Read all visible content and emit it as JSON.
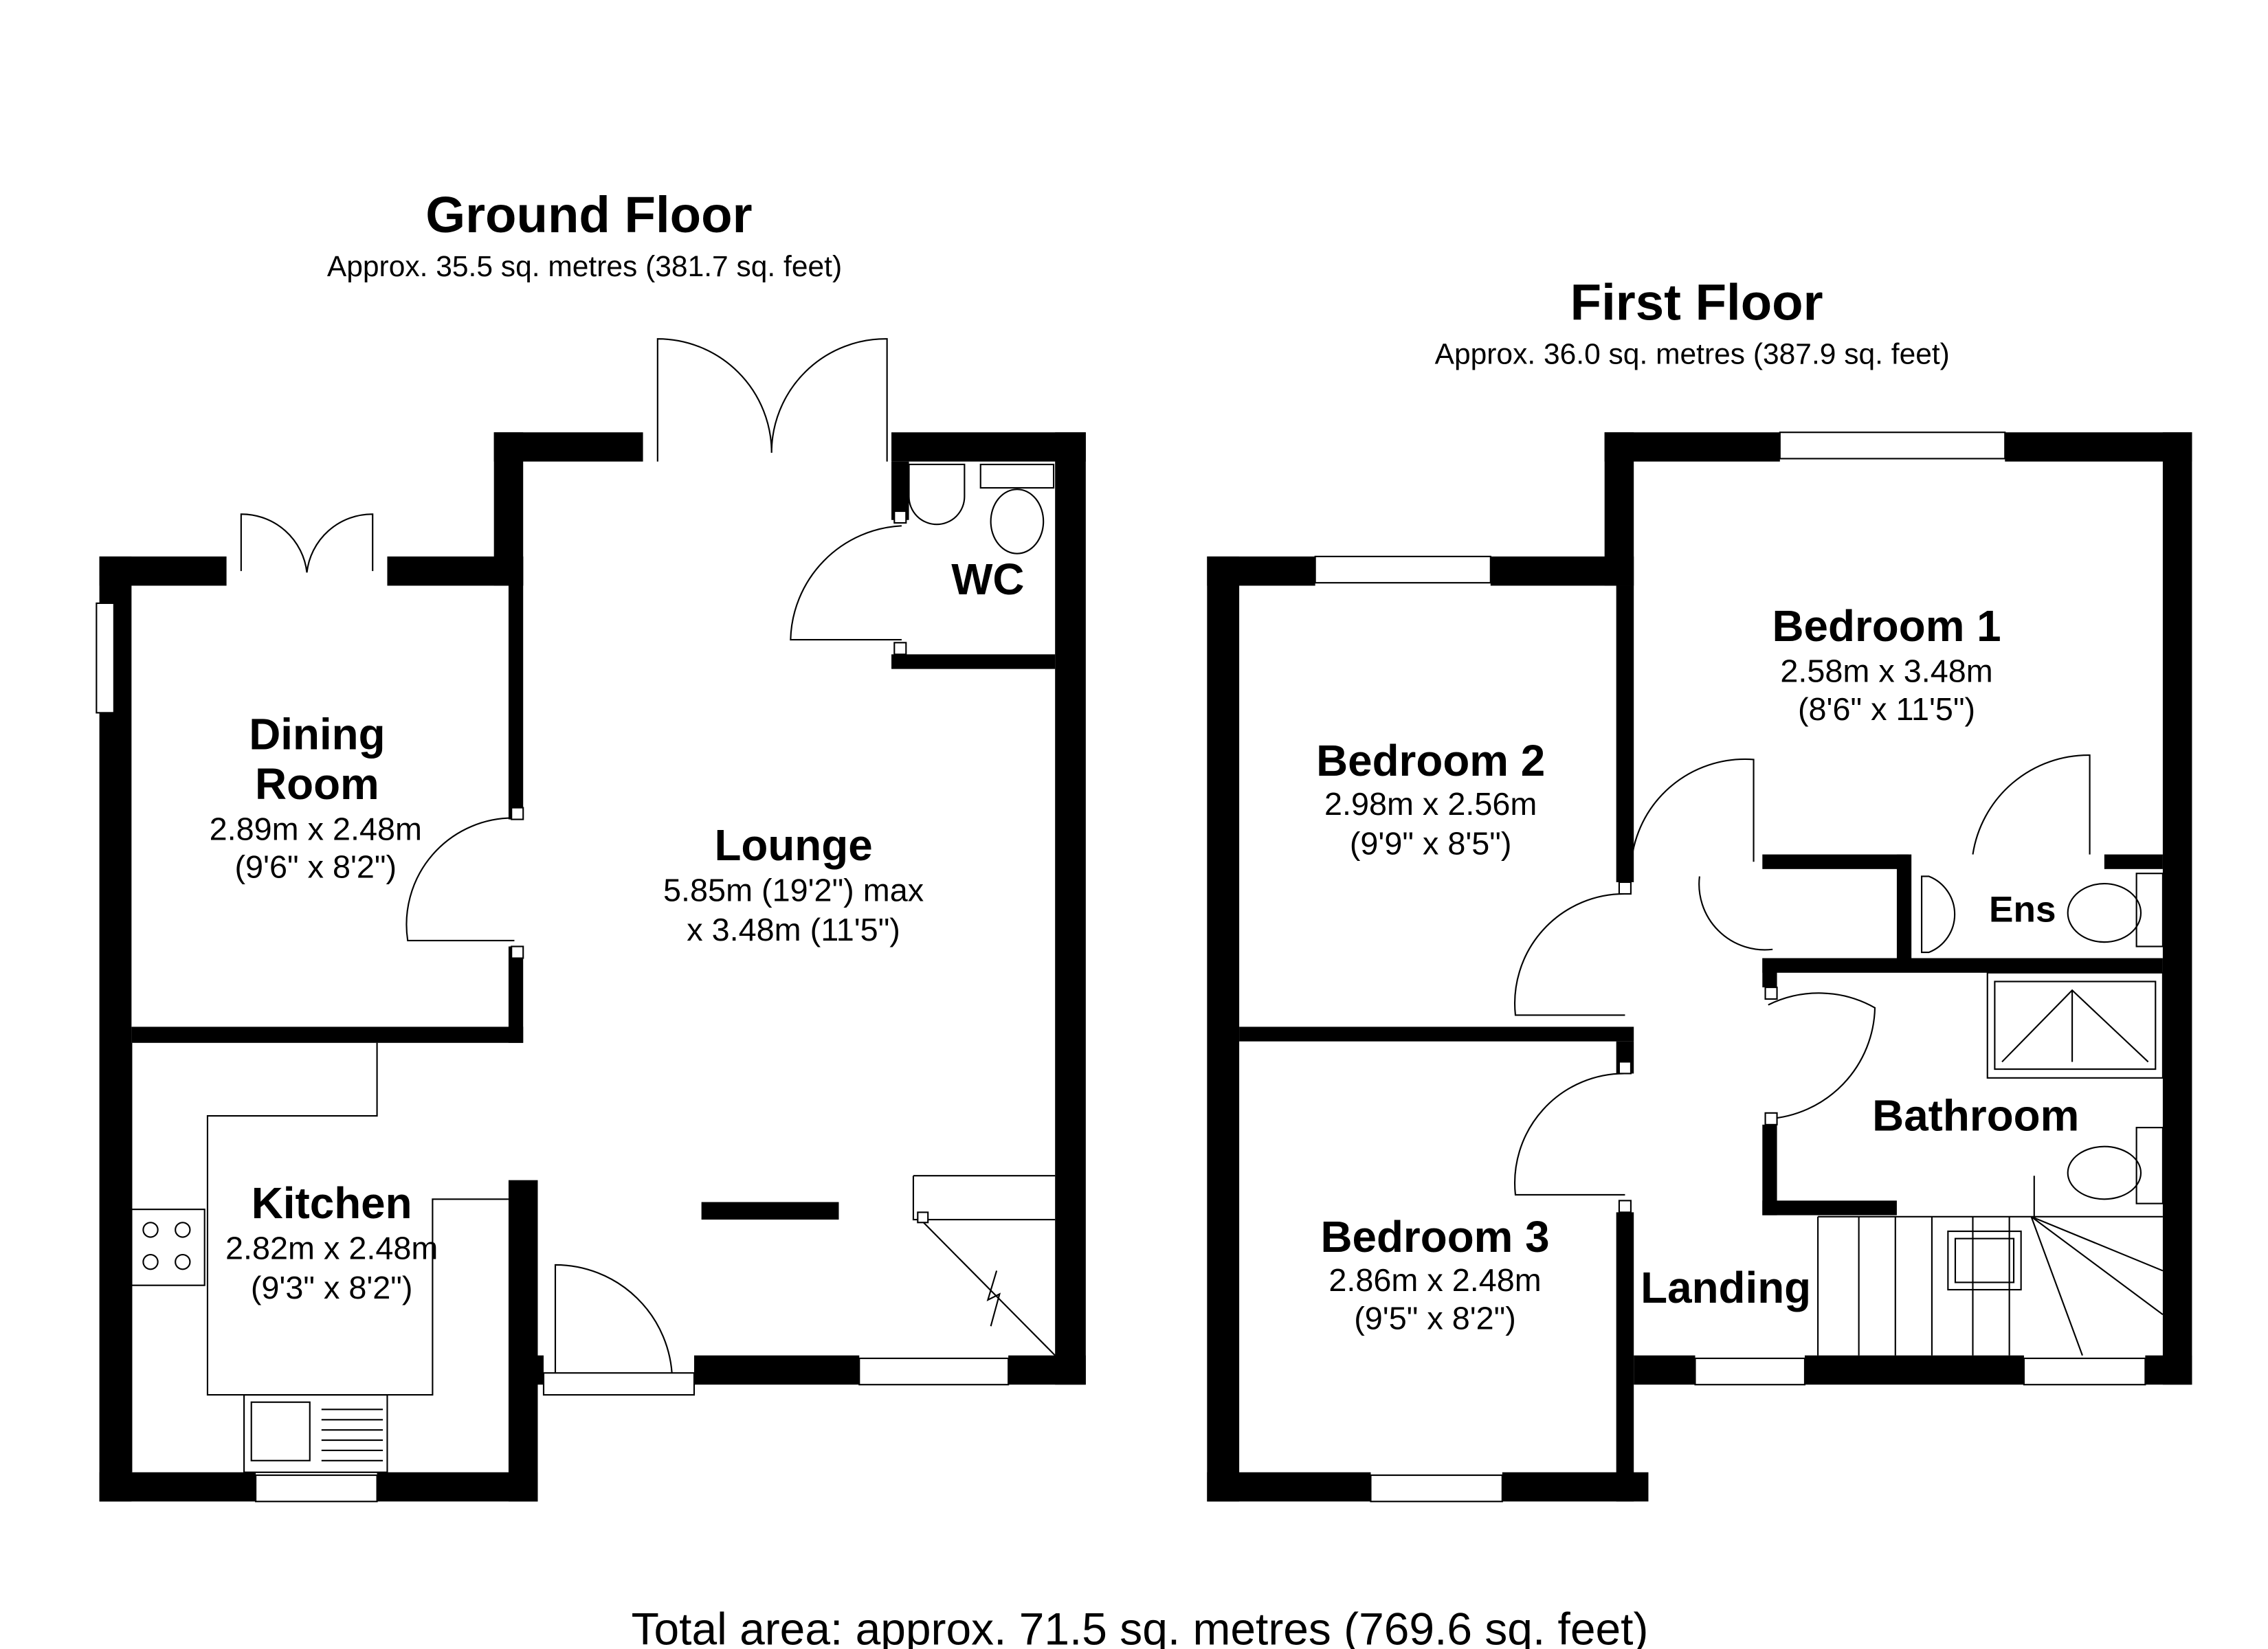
{
  "ground_floor": {
    "title": "Ground Floor",
    "area": "Approx. 35.5 sq. metres (381.7 sq. feet)",
    "rooms": {
      "dining": {
        "name_line1": "Dining",
        "name_line2": "Room",
        "dim_m": "2.89m x 2.48m",
        "dim_ft": "(9'6\" x 8'2\")"
      },
      "lounge": {
        "name": "Lounge",
        "dim_m": "5.85m (19'2\") max",
        "dim_ft": "x 3.48m (11'5\")"
      },
      "wc": {
        "name": "WC"
      },
      "kitchen": {
        "name": "Kitchen",
        "dim_m": "2.82m x 2.48m",
        "dim_ft": "(9'3\" x 8'2\")"
      }
    }
  },
  "first_floor": {
    "title": "First Floor",
    "area": "Approx. 36.0 sq. metres (387.9 sq. feet)",
    "rooms": {
      "bedroom1": {
        "name": "Bedroom 1",
        "dim_m": "2.58m x 3.48m",
        "dim_ft": "(8'6\" x 11'5\")"
      },
      "bedroom2": {
        "name": "Bedroom 2",
        "dim_m": "2.98m x 2.56m",
        "dim_ft": "(9'9\" x 8'5\")"
      },
      "bedroom3": {
        "name": "Bedroom 3",
        "dim_m": "2.86m x 2.48m",
        "dim_ft": "(9'5\" x 8'2\")"
      },
      "ensuite": {
        "name": "Ens"
      },
      "bathroom": {
        "name": "Bathroom"
      },
      "landing": {
        "name": "Landing"
      }
    }
  },
  "total_area": "Total area: approx. 71.5 sq. metres (769.6 sq. feet)"
}
